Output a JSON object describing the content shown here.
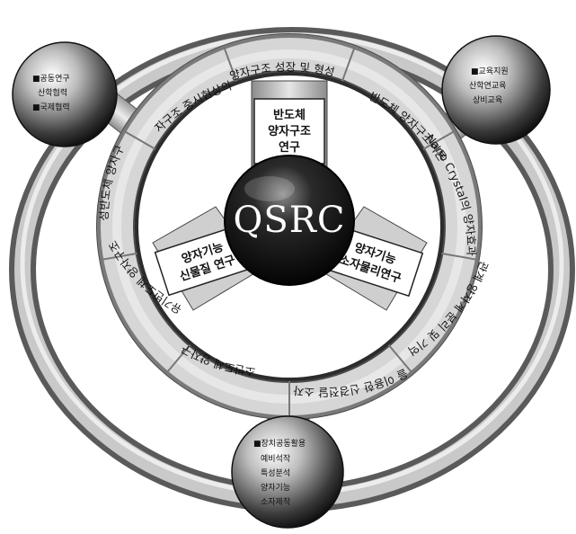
{
  "hub": {
    "label": "QSRC"
  },
  "spoke_boxes": [
    {
      "id": "top",
      "lines": [
        "반도체",
        "양자구조",
        "연구"
      ]
    },
    {
      "id": "left",
      "lines": [
        "양자기능",
        "신물질 연구"
      ]
    },
    {
      "id": "right",
      "lines": [
        "양자기능",
        "소자물리연구"
      ]
    }
  ],
  "ring_segments": [
    {
      "id": "seg-formation",
      "text": "양자구조 성장 및 형성"
    },
    {
      "id": "seg-semicon-theory",
      "text": "반도체 양자구조이론"
    },
    {
      "id": "seg-nano-crystal",
      "text": "Nano Crystal의 양자효과"
    },
    {
      "id": "seg-strongly-correlated",
      "text": "강상관계 양자계 분리 및 기억 소자"
    },
    {
      "id": "seg-neural",
      "text": "양자점을 이용한 신경전달 소자 물리"
    },
    {
      "id": "seg-carbon",
      "text": "탄소반도체 양자구조"
    },
    {
      "id": "seg-organic",
      "text": "유기반도체 양자구조"
    },
    {
      "id": "seg-magnetic",
      "text": "자성반도체 양자구조"
    },
    {
      "id": "seg-interface",
      "text": "양자구조 중시현상의해"
    }
  ],
  "corner_nodes": [
    {
      "id": "left-node",
      "items": [
        "■공동연구",
        "산학협력",
        "■국제협력"
      ]
    },
    {
      "id": "right-node",
      "items": [
        "■교육지원",
        "산학연교육",
        "상비교육"
      ]
    },
    {
      "id": "bottom-node",
      "items": [
        "■장치공동활용",
        "예비석작",
        "특성분석",
        "양자기능",
        "소자제작"
      ]
    }
  ]
}
